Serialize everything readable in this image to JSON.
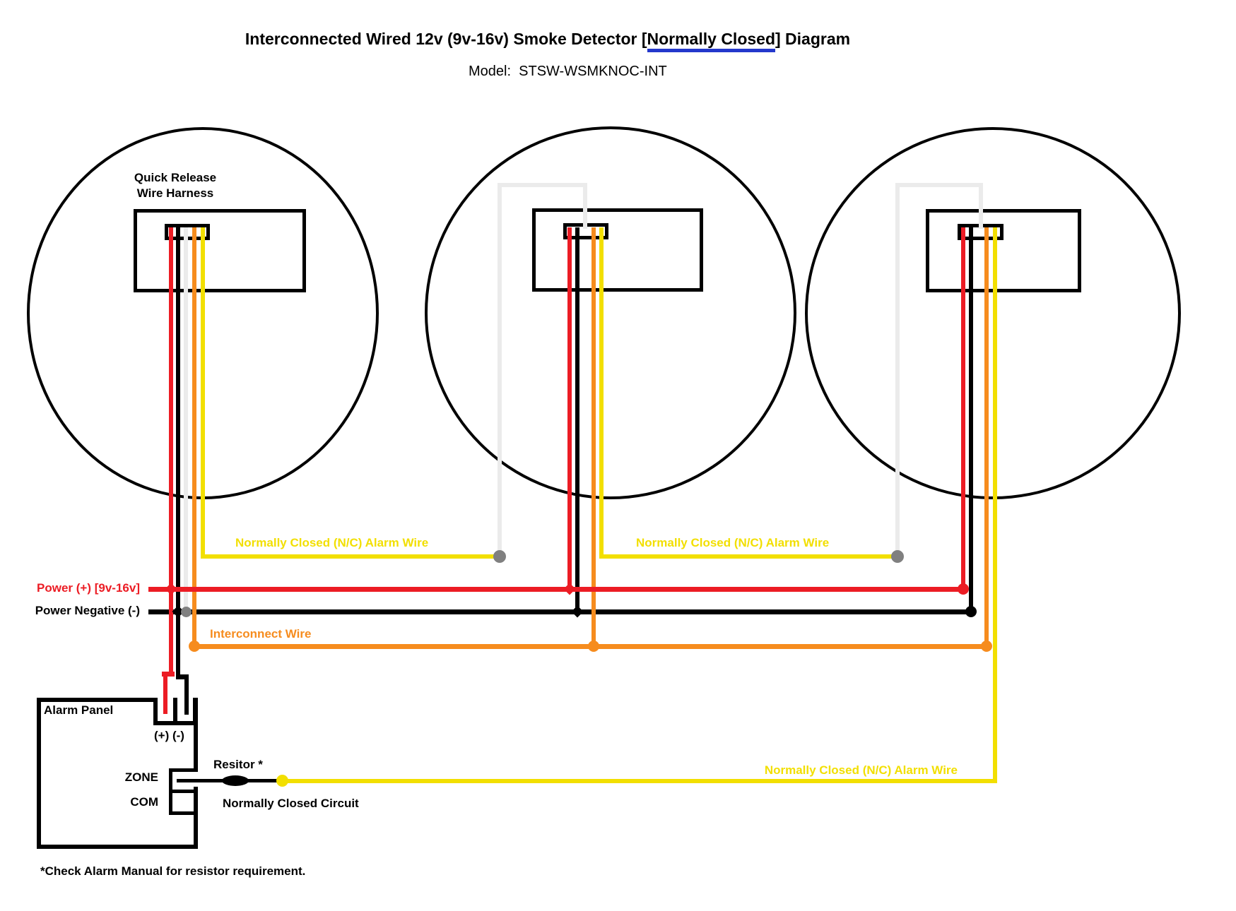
{
  "title": {
    "prefix": "Interconnected Wired 12v (9v-16v) Smoke Detector [",
    "underlined": "Normally Closed",
    "suffix": "] Diagram"
  },
  "model_line": "Model:  STSW-WSMKNOC-INT",
  "detector": {
    "harness_label_line1": "Quick Release",
    "harness_label_line2": "Wire Harness"
  },
  "labels": {
    "nc": [
      "Normally Closed (N/C) Alarm Wire",
      "Normally Closed (N/C) Alarm Wire",
      "Normally Closed (N/C) Alarm Wire"
    ],
    "power_positive": "Power (+) [9v-16v]",
    "power_negative": "Power Negative (-)",
    "interconnect": "Interconnect Wire"
  },
  "alarm_panel": {
    "title": "Alarm Panel",
    "terminals": "(+) (-)",
    "zone": "ZONE",
    "com": "COM",
    "resistor": "Resitor *",
    "nc_circuit": "Normally Closed Circuit"
  },
  "footnote": "*Check Alarm Manual for resistor requirement.",
  "colors": {
    "black": "#000000",
    "red": "#EC1C24",
    "orange": "#F68C1E",
    "yellow": "#F2DF00",
    "white-wire": "#EBEBEB",
    "gray": "#808080",
    "blue": "#2438CC"
  }
}
